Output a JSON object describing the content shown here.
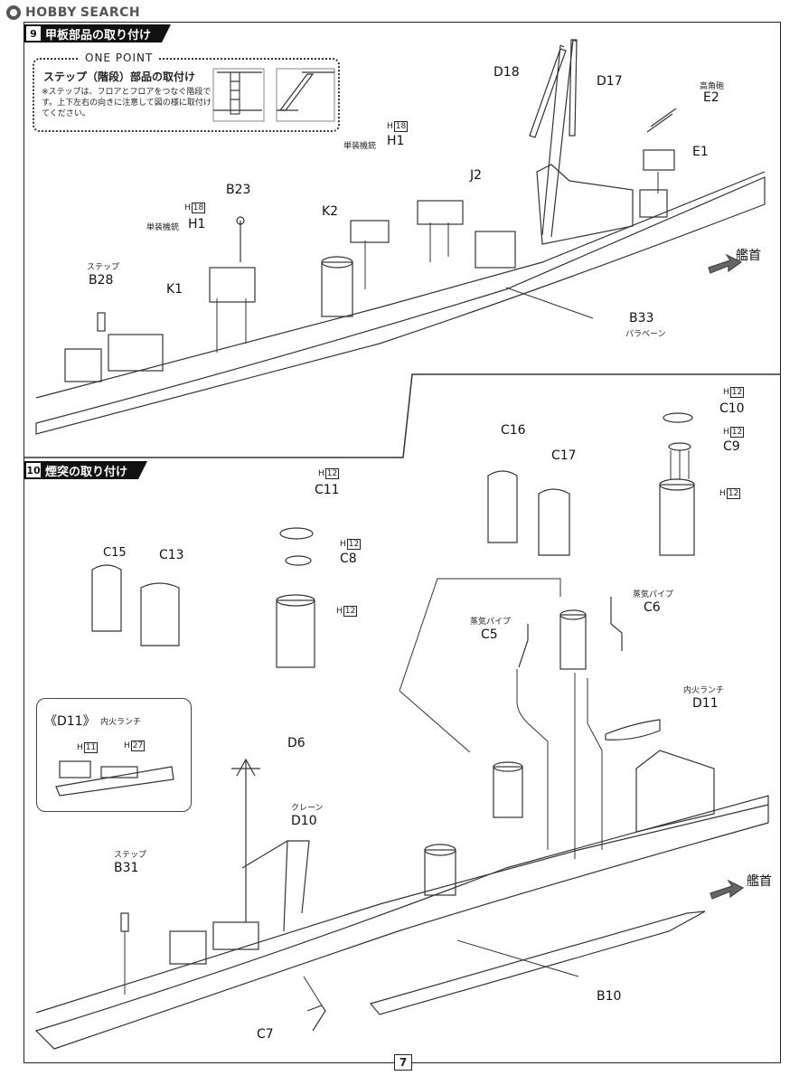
{
  "header": {
    "logo": "HOBBY",
    "site": "SEARCH"
  },
  "sections": [
    {
      "num": "9",
      "title": "甲板部品の取り付け"
    },
    {
      "num": "10",
      "title": "煙突の取り付け"
    }
  ],
  "one_point": {
    "label": "ONE POINT",
    "heading": "ステップ（階段）部品の取付け",
    "text": "※ステップは、フロアとフロアをつなぐ階段です。上下左右の向きに注意して図の様に取付けてください。"
  },
  "step9": {
    "D18": "D18",
    "D17": "D17",
    "E2_sub": "高角砲",
    "E2": "E2",
    "E1": "E1",
    "H1b_code": "H",
    "H1b_num": "18",
    "H1b_sub": "単装機銃",
    "H1b": "H1",
    "J2": "J2",
    "K2": "K2",
    "B23": "B23",
    "H1a_code": "H",
    "H1a_num": "18",
    "H1a_sub": "単装機銃",
    "H1a": "H1",
    "B28_sub": "ステップ",
    "B28": "B28",
    "K1": "K1",
    "B33": "B33",
    "B33_sub": "パラベーン",
    "bow": "艦首"
  },
  "step10": {
    "C16": "C16",
    "C17": "C17",
    "C10_code": "H",
    "C10_num": "12",
    "C10": "C10",
    "C9_code": "H",
    "C9_num": "12",
    "C9": "C9",
    "stackR_code": "H",
    "stackR_num": "12",
    "C11_code": "H",
    "C11_num": "12",
    "C11": "C11",
    "C8_code": "H",
    "C8_num": "12",
    "C8": "C8",
    "stackL_code": "H",
    "stackL_num": "12",
    "C15": "C15",
    "C13": "C13",
    "C6_sub": "蒸気パイプ",
    "C6": "C6",
    "C5_sub": "蒸気パイプ",
    "C5": "C5",
    "D11_sub": "内火ランチ",
    "D11": "D11",
    "d11box_title": "《D11》",
    "d11box_sub": "内火ランチ",
    "d11box_h1_code": "H",
    "d11box_h1_num": "11",
    "d11box_h2_code": "H",
    "d11box_h2_num": "27",
    "D6": "D6",
    "D10_sub": "クレーン",
    "D10": "D10",
    "B31_sub": "ステップ",
    "B31": "B31",
    "bow": "艦首",
    "B10": "B10",
    "C7": "C7"
  },
  "page_number": "7"
}
